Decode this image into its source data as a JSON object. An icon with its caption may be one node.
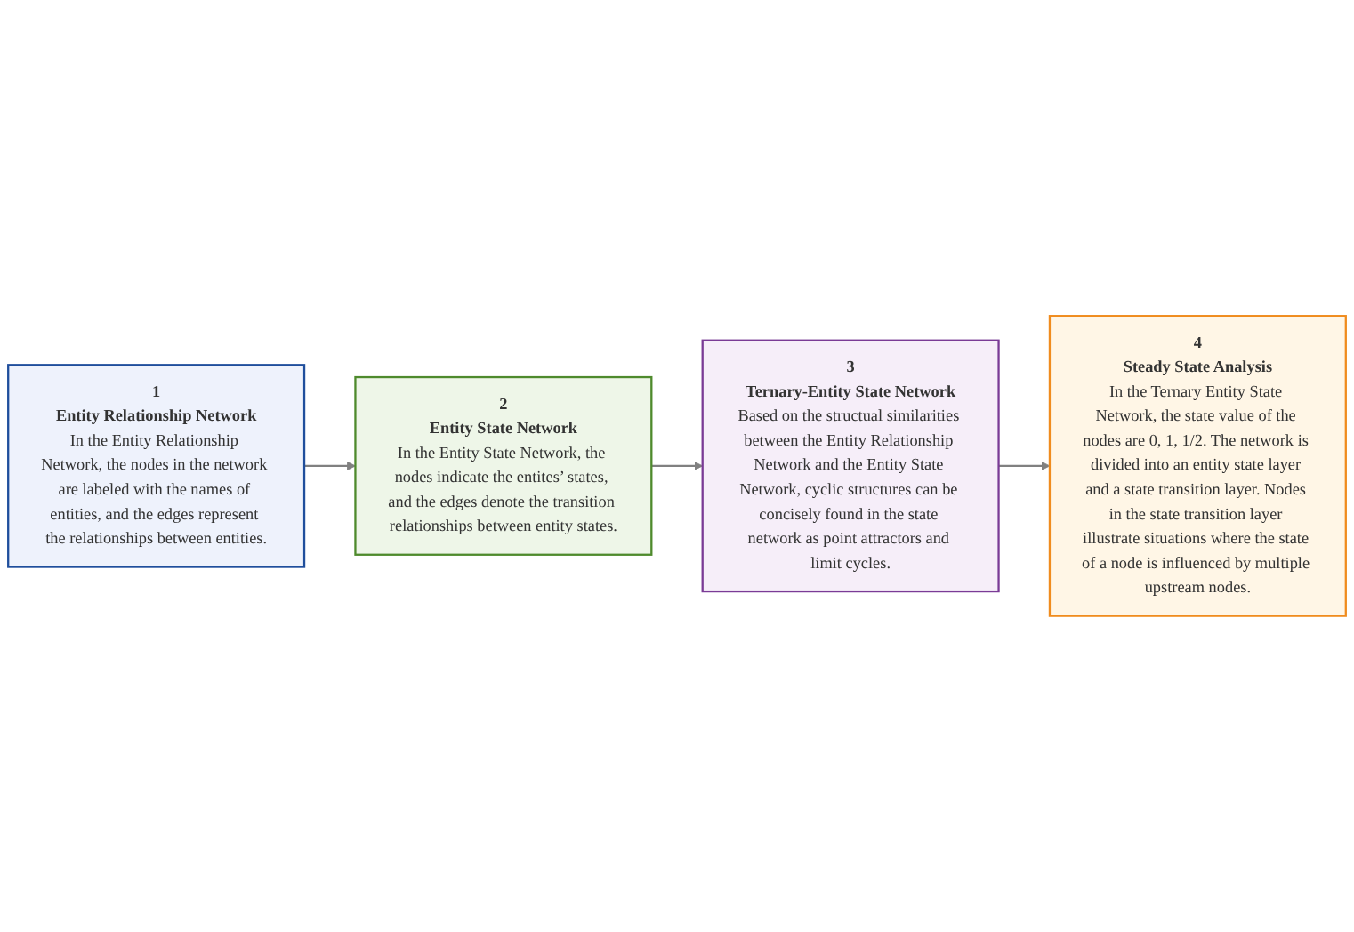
{
  "diagram": {
    "nodes": [
      {
        "text": [
          "1",
          "Entity Relationship Network",
          "In the Entity Relationship Network, the nodes in the network are labeled with the names of entities, and the edges represent the relationships between entities."
        ]
      },
      {
        "text": [
          "2",
          "Entity State Network",
          "In the Entity State Network, the nodes indicate the entites’ states, and the edges denote the transition relationships between entity states."
        ]
      },
      {
        "text": [
          "3",
          "Ternary-Entity State Network",
          "Based on the structual similarities between the Entity Relationship Network and the Entity State Network, cyclic structures can be concisely found in the state network as point attractors and limit cycles."
        ]
      },
      {
        "text": [
          "4",
          "Steady State Analysis",
          "In the Ternary Entity State Network, the state value of the nodes are 0, 1, 1/2. The network is divided into an entity state layer and a state transition layer. Nodes in the state transition layer illustrate situations where the state of a node is influenced by multiple upstream nodes."
        ]
      }
    ],
    "edges": [
      {
        "from": 0,
        "to": 1,
        "arrow": "to"
      },
      {
        "from": 1,
        "to": 2,
        "arrow": "to"
      },
      {
        "from": 2,
        "to": 3,
        "arrow": "to"
      }
    ]
  }
}
